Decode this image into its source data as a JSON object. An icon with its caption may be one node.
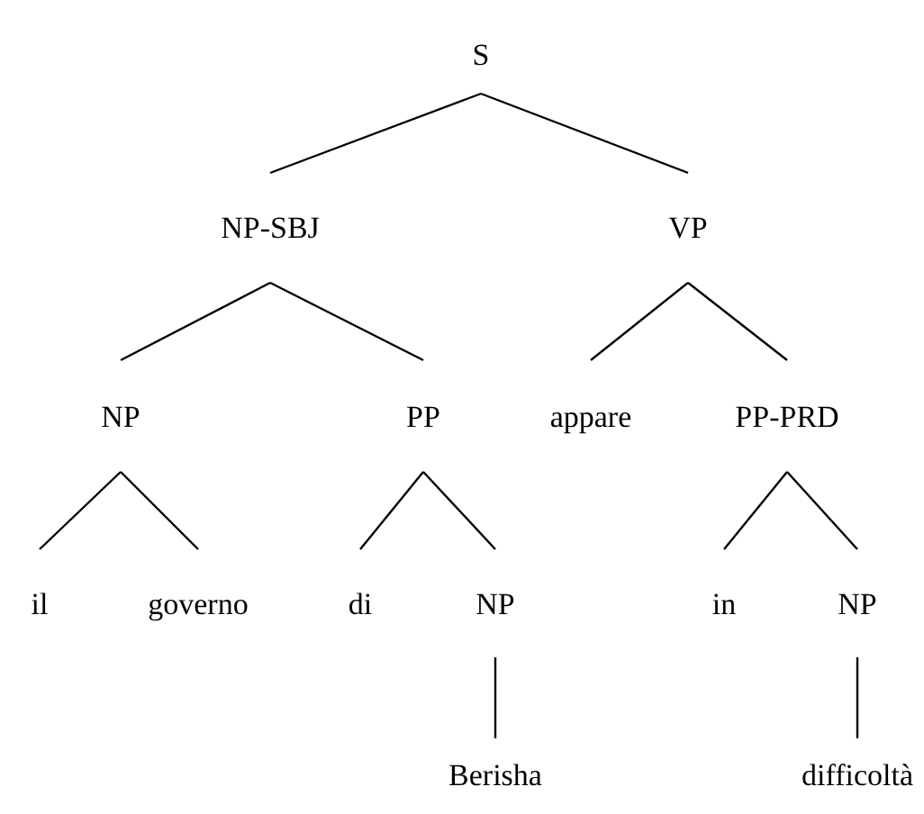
{
  "diagram": {
    "nodes": [
      {
        "text": [
          "S"
        ]
      },
      {
        "text": [
          "NP-SBJ"
        ]
      },
      {
        "text": [
          "VP"
        ]
      },
      {
        "text": [
          "NP"
        ]
      },
      {
        "text": [
          "PP"
        ]
      },
      {
        "text": [
          "appare"
        ]
      },
      {
        "text": [
          "PP-PRD"
        ]
      },
      {
        "text": [
          "il"
        ]
      },
      {
        "text": [
          "governo"
        ]
      },
      {
        "text": [
          "di"
        ]
      },
      {
        "text": [
          "NP"
        ]
      },
      {
        "text": [
          "in"
        ]
      },
      {
        "text": [
          "NP"
        ]
      },
      {
        "text": [
          "Berisha"
        ]
      },
      {
        "text": [
          "difficoltà"
        ]
      }
    ],
    "edges": [
      {
        "from": 0,
        "to": 1,
        "arrow": "none"
      },
      {
        "from": 0,
        "to": 2,
        "arrow": "none"
      },
      {
        "from": 1,
        "to": 3,
        "arrow": "none"
      },
      {
        "from": 1,
        "to": 4,
        "arrow": "none"
      },
      {
        "from": 2,
        "to": 5,
        "arrow": "none"
      },
      {
        "from": 2,
        "to": 6,
        "arrow": "none"
      },
      {
        "from": 3,
        "to": 7,
        "arrow": "none"
      },
      {
        "from": 3,
        "to": 8,
        "arrow": "none"
      },
      {
        "from": 4,
        "to": 9,
        "arrow": "none"
      },
      {
        "from": 4,
        "to": 10,
        "arrow": "none"
      },
      {
        "from": 6,
        "to": 11,
        "arrow": "none"
      },
      {
        "from": 6,
        "to": 12,
        "arrow": "none"
      },
      {
        "from": 10,
        "to": 13,
        "arrow": "none"
      },
      {
        "from": 12,
        "to": 14,
        "arrow": "none"
      }
    ]
  }
}
